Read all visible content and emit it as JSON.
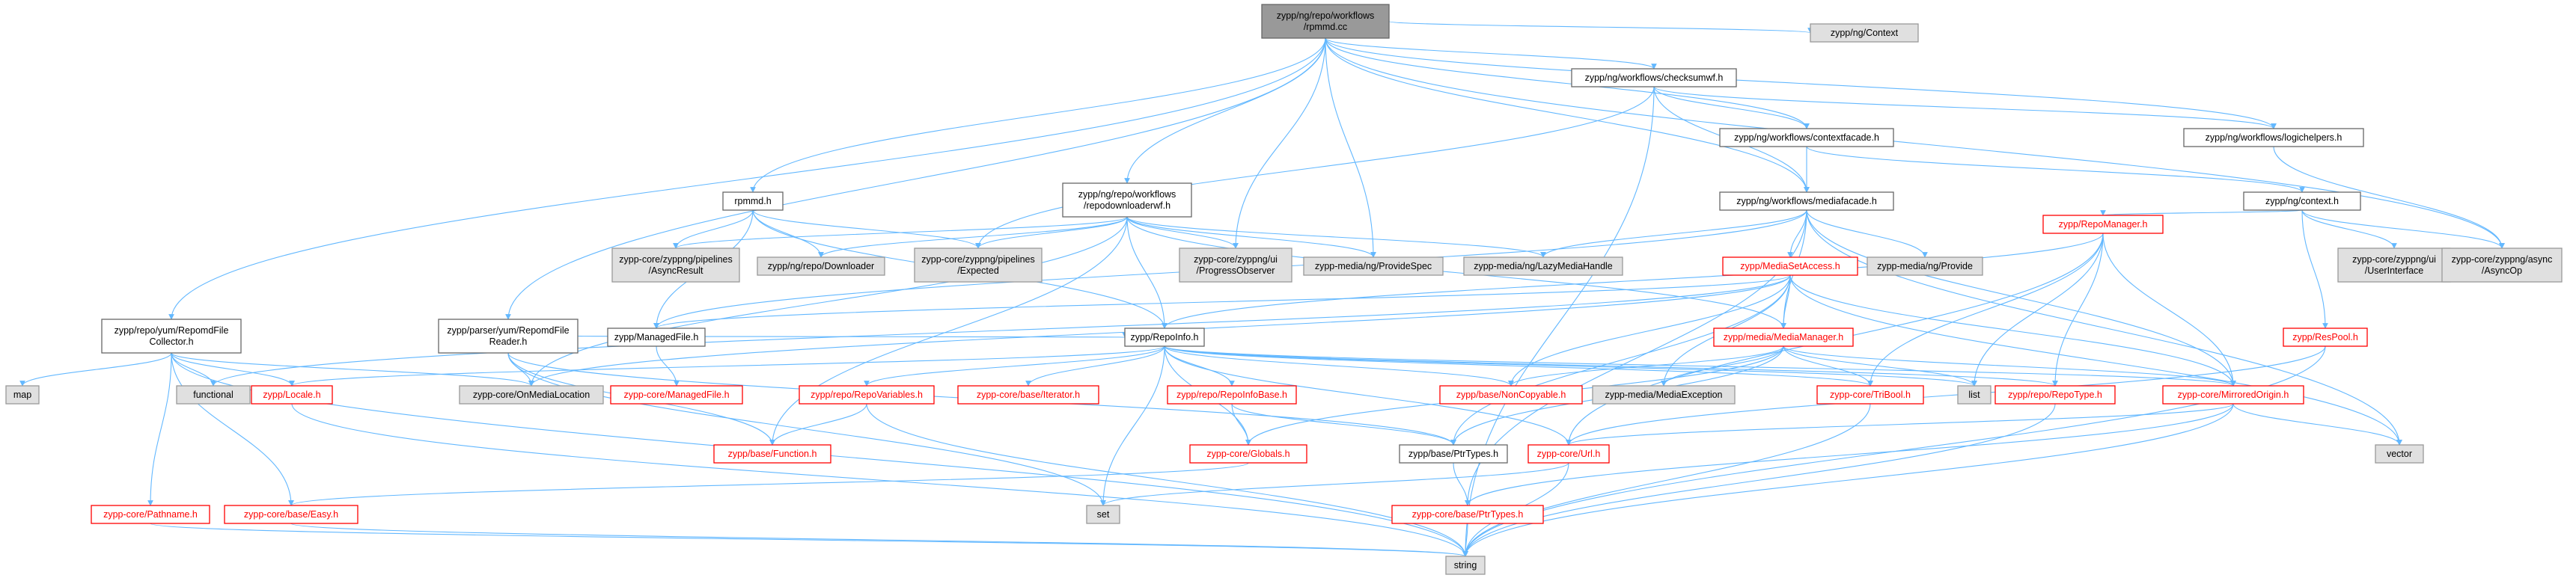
{
  "colors": {
    "edge": "#63b8ff",
    "root_fill": "#999999",
    "root_border": "#666666",
    "documented_fill": "#ffffff",
    "documented_border": "#666666",
    "documented_text": "#000000",
    "red_fill": "#ffffff",
    "red_border": "#ff0000",
    "red_text": "#ff0000",
    "external_fill": "#e0e0e0",
    "external_border": "#999999",
    "external_text": "#000000"
  },
  "nodes": [
    {
      "id": "root",
      "kind": "root",
      "lines": [
        "zypp/ng/repo/workflows",
        "/rpmmd.cc"
      ]
    },
    {
      "id": "context_ext",
      "kind": "external",
      "lines": [
        "zypp/ng/Context"
      ]
    },
    {
      "id": "checksumwf",
      "kind": "documented",
      "lines": [
        "zypp/ng/workflows/checksumwf.h"
      ]
    },
    {
      "id": "contextfacade",
      "kind": "documented",
      "lines": [
        "zypp/ng/workflows/contextfacade.h"
      ]
    },
    {
      "id": "logichelpers",
      "kind": "documented",
      "lines": [
        "zypp/ng/workflows/logichelpers.h"
      ]
    },
    {
      "id": "mediafacade",
      "kind": "documented",
      "lines": [
        "zypp/ng/workflows/mediafacade.h"
      ]
    },
    {
      "id": "ngcontext",
      "kind": "documented",
      "lines": [
        "zypp/ng/context.h"
      ]
    },
    {
      "id": "rpmmd",
      "kind": "documented",
      "lines": [
        "rpmmd.h"
      ]
    },
    {
      "id": "repodownloaderwf",
      "kind": "documented",
      "lines": [
        "zypp/ng/repo/workflows",
        "/repodownloaderwf.h"
      ]
    },
    {
      "id": "asyncresult",
      "kind": "external",
      "lines": [
        "zypp-core/zyppng/pipelines",
        "/AsyncResult"
      ]
    },
    {
      "id": "downloader",
      "kind": "external",
      "lines": [
        "zypp/ng/repo/Downloader"
      ]
    },
    {
      "id": "expected",
      "kind": "external",
      "lines": [
        "zypp-core/zyppng/pipelines",
        "/Expected"
      ]
    },
    {
      "id": "progressobserver",
      "kind": "external",
      "lines": [
        "zypp-core/zyppng/ui",
        "/ProgressObserver"
      ]
    },
    {
      "id": "providespec",
      "kind": "external",
      "lines": [
        "zypp-media/ng/ProvideSpec"
      ]
    },
    {
      "id": "lazymediahandle",
      "kind": "external",
      "lines": [
        "zypp-media/ng/LazyMediaHandle"
      ]
    },
    {
      "id": "mediasetaccess",
      "kind": "red",
      "lines": [
        "zypp/MediaSetAccess.h"
      ]
    },
    {
      "id": "provide",
      "kind": "external",
      "lines": [
        "zypp-media/ng/Provide"
      ]
    },
    {
      "id": "repomanager",
      "kind": "red",
      "lines": [
        "zypp/RepoManager.h"
      ]
    },
    {
      "id": "userinterface",
      "kind": "external",
      "lines": [
        "zypp-core/zyppng/ui",
        "/UserInterface"
      ]
    },
    {
      "id": "asyncop",
      "kind": "external",
      "lines": [
        "zypp-core/zyppng/async",
        "/AsyncOp"
      ]
    },
    {
      "id": "collector",
      "kind": "documented",
      "lines": [
        "zypp/repo/yum/RepomdFile",
        "Collector.h"
      ]
    },
    {
      "id": "reader",
      "kind": "documented",
      "lines": [
        "zypp/parser/yum/RepomdFile",
        "Reader.h"
      ]
    },
    {
      "id": "managedfile",
      "kind": "documented",
      "lines": [
        "zypp/ManagedFile.h"
      ]
    },
    {
      "id": "repoinfo",
      "kind": "documented",
      "lines": [
        "zypp/RepoInfo.h"
      ]
    },
    {
      "id": "mediamanager",
      "kind": "red",
      "lines": [
        "zypp/media/MediaManager.h"
      ]
    },
    {
      "id": "respool",
      "kind": "red",
      "lines": [
        "zypp/ResPool.h"
      ]
    },
    {
      "id": "map",
      "kind": "external",
      "lines": [
        "map"
      ]
    },
    {
      "id": "functional",
      "kind": "external",
      "lines": [
        "functional"
      ]
    },
    {
      "id": "locale",
      "kind": "red",
      "lines": [
        "zypp/Locale.h"
      ]
    },
    {
      "id": "onmedialocation",
      "kind": "external",
      "lines": [
        "zypp-core/OnMediaLocation"
      ]
    },
    {
      "id": "managedfile_core",
      "kind": "red",
      "lines": [
        "zypp-core/ManagedFile.h"
      ]
    },
    {
      "id": "repovariables",
      "kind": "red",
      "lines": [
        "zypp/repo/RepoVariables.h"
      ]
    },
    {
      "id": "iterator",
      "kind": "red",
      "lines": [
        "zypp-core/base/Iterator.h"
      ]
    },
    {
      "id": "repoinfobase",
      "kind": "red",
      "lines": [
        "zypp/repo/RepoInfoBase.h"
      ]
    },
    {
      "id": "noncopyable",
      "kind": "red",
      "lines": [
        "zypp/base/NonCopyable.h"
      ]
    },
    {
      "id": "mediaexception",
      "kind": "external",
      "lines": [
        "zypp-media/MediaException"
      ]
    },
    {
      "id": "list",
      "kind": "external",
      "lines": [
        "list"
      ]
    },
    {
      "id": "tribool",
      "kind": "red",
      "lines": [
        "zypp-core/TriBool.h"
      ]
    },
    {
      "id": "repotype",
      "kind": "red",
      "lines": [
        "zypp/repo/RepoType.h"
      ]
    },
    {
      "id": "mirroredorigin",
      "kind": "red",
      "lines": [
        "zypp-core/MirroredOrigin.h"
      ]
    },
    {
      "id": "vector",
      "kind": "external",
      "lines": [
        "vector"
      ]
    },
    {
      "id": "function",
      "kind": "red",
      "lines": [
        "zypp/base/Function.h"
      ]
    },
    {
      "id": "globals",
      "kind": "red",
      "lines": [
        "zypp-core/Globals.h"
      ]
    },
    {
      "id": "ptrtypes_base",
      "kind": "documented",
      "lines": [
        "zypp/base/PtrTypes.h"
      ]
    },
    {
      "id": "url",
      "kind": "red",
      "lines": [
        "zypp-core/Url.h"
      ]
    },
    {
      "id": "pathname",
      "kind": "red",
      "lines": [
        "zypp-core/Pathname.h"
      ]
    },
    {
      "id": "easy",
      "kind": "red",
      "lines": [
        "zypp-core/base/Easy.h"
      ]
    },
    {
      "id": "set",
      "kind": "external",
      "lines": [
        "set"
      ]
    },
    {
      "id": "ptrtypes_core",
      "kind": "red",
      "lines": [
        "zypp-core/base/PtrTypes.h"
      ]
    },
    {
      "id": "string",
      "kind": "external",
      "lines": [
        "string"
      ]
    }
  ]
}
